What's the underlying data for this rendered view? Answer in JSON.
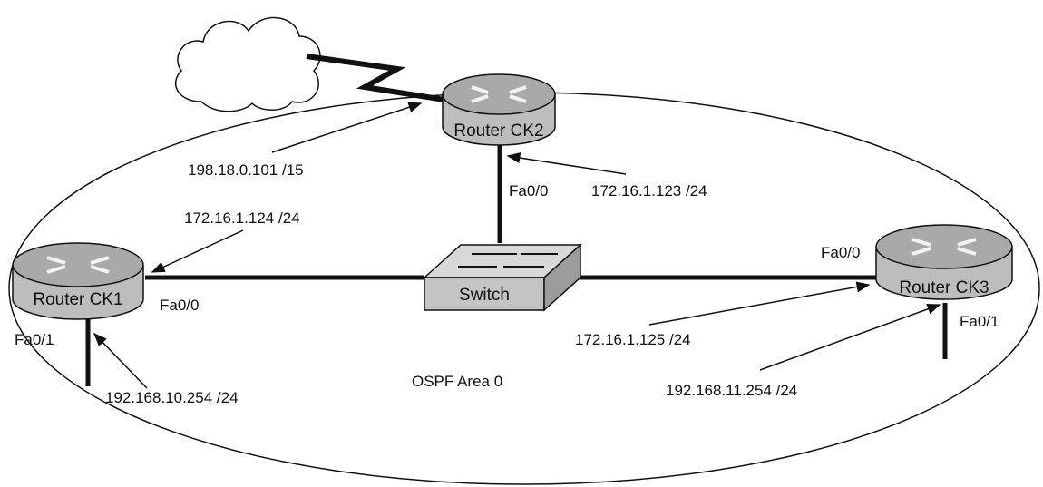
{
  "diagram": {
    "area_label": "OSPF Area 0",
    "switch_label": "Switch",
    "routers": [
      {
        "name": "Router CK2"
      },
      {
        "name": "Router CK1"
      },
      {
        "name": "Router CK3"
      }
    ],
    "interfaces": {
      "ck2_fa00": "Fa0/0",
      "ck1_fa00": "Fa0/0",
      "ck1_fa01": "Fa0/1",
      "ck3_fa00": "Fa0/0",
      "ck3_fa01": "Fa0/1"
    },
    "addresses": {
      "ck2_wan": "198.18.0.101 /15",
      "ck2_lan": "172.16.1.123 /24",
      "ck1_lan": "172.16.1.124 /24",
      "ck1_fa01": "192.168.10.254 /24",
      "ck3_lan": "172.16.1.125 /24",
      "ck3_fa01": "192.168.11.254 /24"
    },
    "colors": {
      "line": "#111111",
      "router_body": "#bdbdbd",
      "router_top": "#a9a9a9",
      "switch_body": "#c4c4c4"
    }
  }
}
